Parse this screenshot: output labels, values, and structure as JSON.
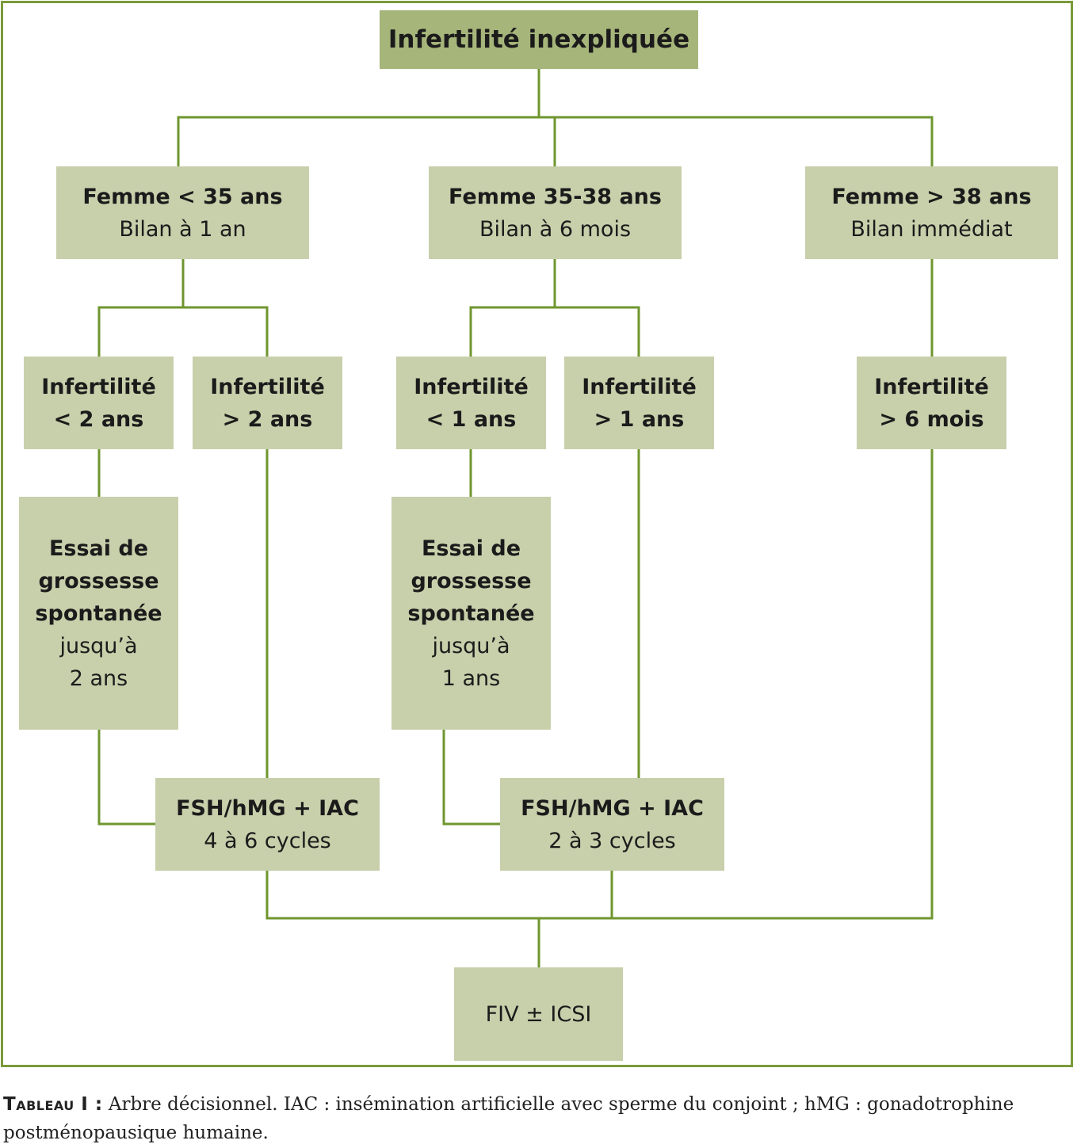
{
  "root": "Infertilité inexpliquée",
  "age_groups": [
    {
      "title": "Femme < 35 ans",
      "subtitle": "Bilan à 1 an"
    },
    {
      "title": "Femme 35-38 ans",
      "subtitle": "Bilan à 6 mois"
    },
    {
      "title": "Femme > 38 ans",
      "subtitle": "Bilan immédiat"
    }
  ],
  "durations": [
    {
      "line1": "Infertilité",
      "line2": "< 2 ans"
    },
    {
      "line1": "Infertilité",
      "line2": "> 2 ans"
    },
    {
      "line1": "Infertilité",
      "line2": "< 1 ans"
    },
    {
      "line1": "Infertilité",
      "line2": "> 1 ans"
    },
    {
      "line1": "Infertilité",
      "line2": "> 6 mois"
    }
  ],
  "trials": [
    {
      "bold": [
        "Essai de",
        "grossesse",
        "spontanée"
      ],
      "normal": [
        "jusqu’à",
        "2 ans"
      ]
    },
    {
      "bold": [
        "Essai de",
        "grossesse",
        "spontanée"
      ],
      "normal": [
        "jusqu’à",
        "1 ans"
      ]
    }
  ],
  "treatments": [
    {
      "title": "FSH/hMG + IAC",
      "subtitle": "4 à 6 cycles"
    },
    {
      "title": "FSH/hMG + IAC",
      "subtitle": "2 à 3 cycles"
    }
  ],
  "final": "FIV ± ICSI",
  "caption": {
    "label": "Tableau I :",
    "text": " Arbre décisionnel. IAC : insémination artificielle avec sperme du conjoint ; hMG : gonadotrophine postménopausique humaine."
  }
}
